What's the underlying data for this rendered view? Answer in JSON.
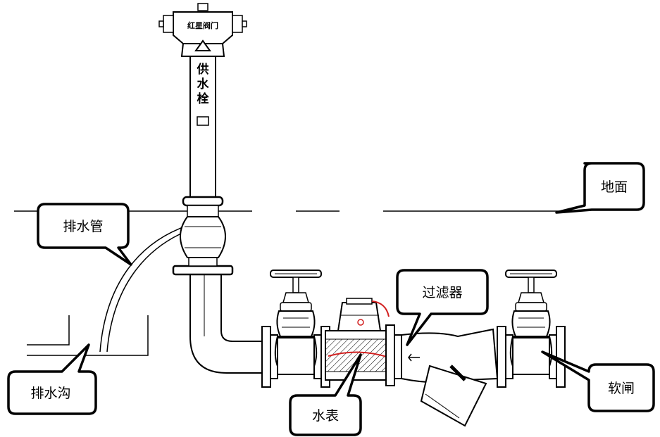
{
  "hydrant": {
    "brand": "红星阀门",
    "label_chars": [
      "供",
      "水",
      "栓"
    ]
  },
  "callouts": {
    "ground": "地面",
    "drain_pipe": "排水管",
    "drain_ditch": "排水沟",
    "strainer": "过滤器",
    "water_meter": "水表",
    "gate_valve": "软闸"
  },
  "colors": {
    "line": "#000000",
    "meter_accent": "#d22020",
    "background": "#ffffff"
  }
}
